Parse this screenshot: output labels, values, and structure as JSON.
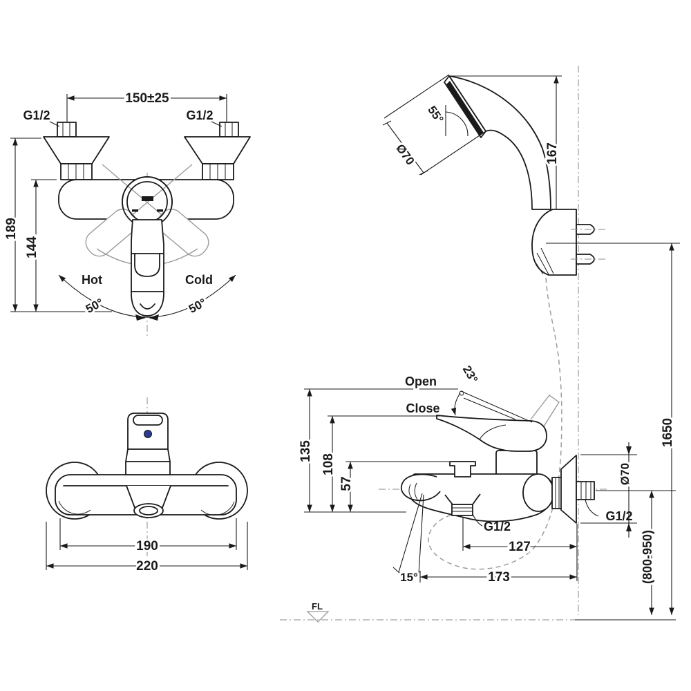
{
  "drawing": {
    "front_view": {
      "dim_center_distance": "150±25",
      "thread_left": "G1/2",
      "thread_right": "G1/2",
      "dim_height_overall": "189",
      "dim_height_handle": "144",
      "label_hot": "Hot",
      "label_cold": "Cold",
      "angle_hot": "50°",
      "angle_cold": "50°"
    },
    "hand_shower": {
      "angle_head": "55°",
      "dim_head_diameter": "Ø70",
      "dim_length": "167"
    },
    "bottom_view": {
      "dim_body_width": "190",
      "dim_overall_width": "220"
    },
    "side_view": {
      "label_open": "Open",
      "label_close": "Close",
      "angle_lever": "23°",
      "dim_open_height": "135",
      "dim_close_height": "108",
      "dim_diverter_height": "57",
      "thread_hose": "G1/2",
      "dim_hose_offset": "127",
      "dim_spout_reach": "173",
      "angle_spout": "15°",
      "thread_wall": "G1/2",
      "dim_escutcheon_diameter": "Ø70",
      "dim_install_height": "(800-950)",
      "dim_total_height": "1650",
      "label_floor": "FL"
    }
  },
  "colors": {
    "line": "#1a1a1a",
    "light_line": "#9b9b9b",
    "centerline": "#8a8a8a",
    "accent_dot": "#2b3a8f",
    "background": "#ffffff"
  }
}
